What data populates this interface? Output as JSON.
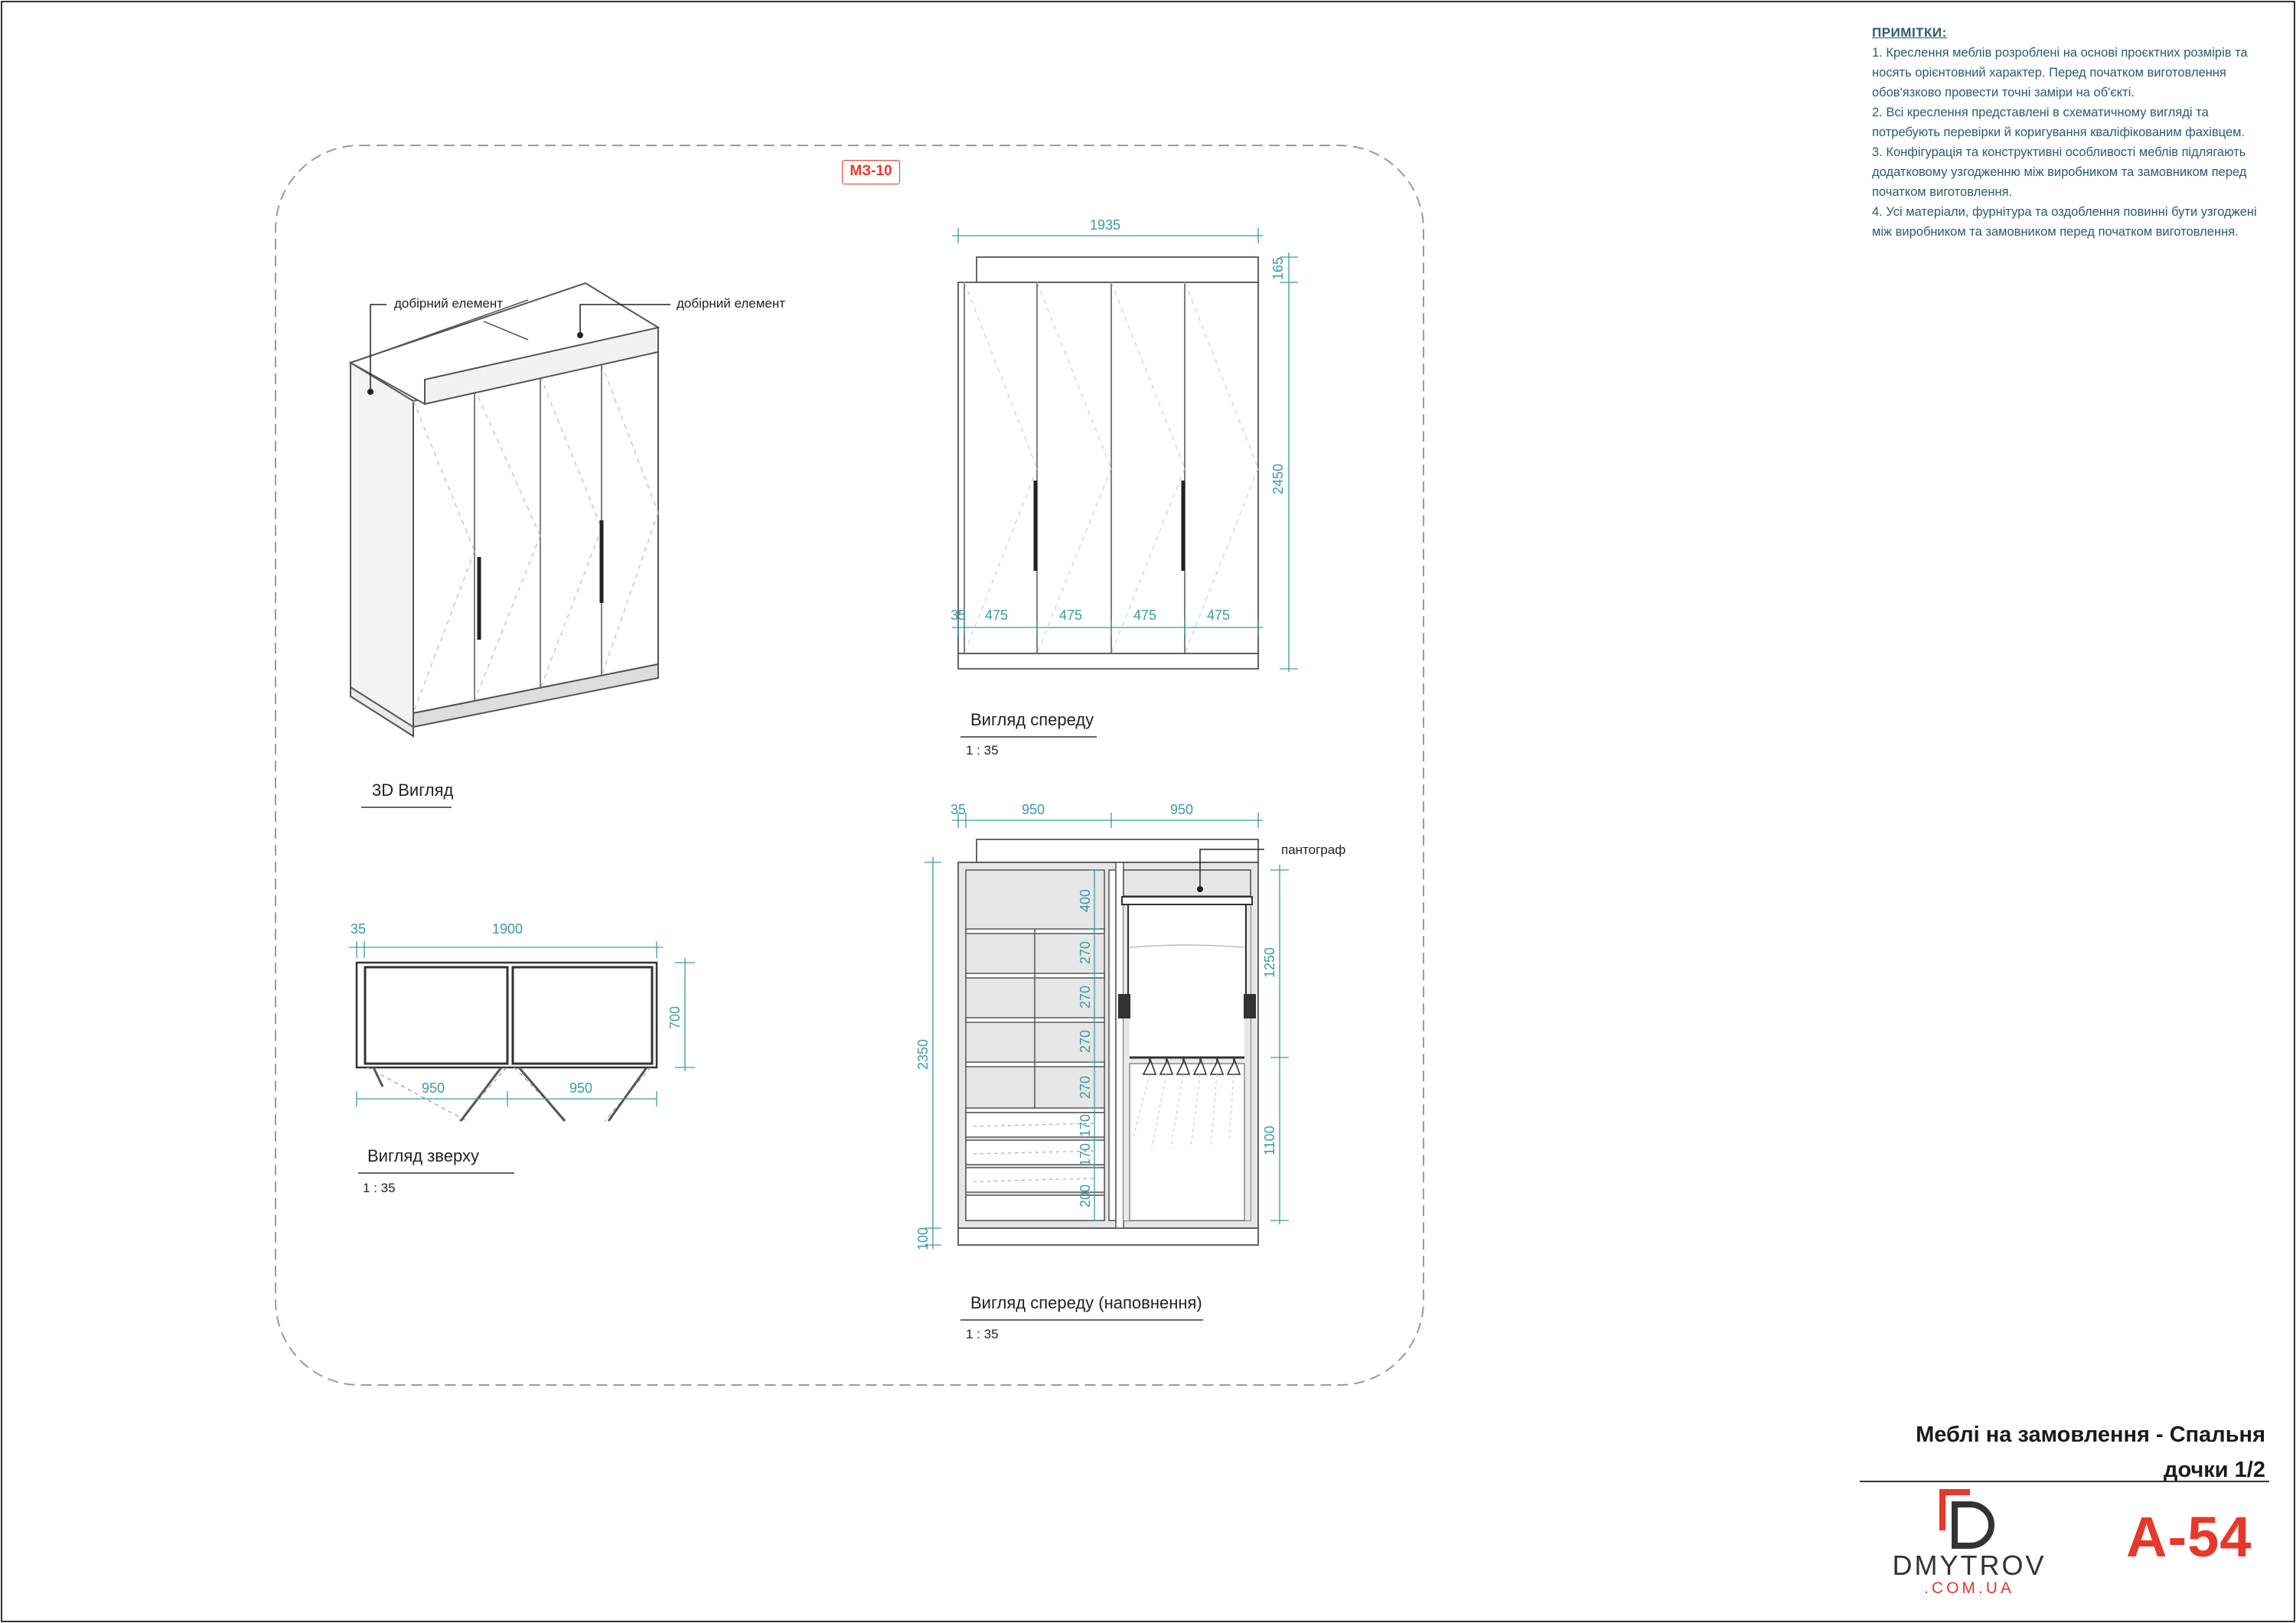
{
  "notes": {
    "title": "ПРИМІТКИ:",
    "items": [
      "1. Креслення меблів розроблені на основі проєктних розмірів та носять орієнтовний характер. Перед початком виготовлення обов'язково провести точні заміри на об'єкті.",
      "2. Всі креслення представлені в схематичному вигляді та потребують перевірки й коригування кваліфікованим фахівцем.",
      "3. Конфігурація та конструктивні особливості меблів підлягають додатковому узгодженню між виробником та замовником перед початком виготовлення.",
      "4. Усі матеріали, фурнітура та оздоблення повинні бути узгоджені між виробником та замовником перед початком виготовлення."
    ]
  },
  "title_block": {
    "line1": "Меблі на замовлення - Спальня",
    "line2": "дочки 1/2",
    "sheet_number": "А-54",
    "brand_word": "DMYTROV",
    "brand_sub": ".COM.UA"
  },
  "item_tag": "МЗ-10",
  "views": {
    "iso": {
      "title": "3D Вигляд",
      "callout_left": "добірний елемент",
      "callout_right": "добірний елемент"
    },
    "top": {
      "title": "Вигляд зверху",
      "scale": "1 : 35",
      "dim_side": "35",
      "dim_width": "1900",
      "dim_depth": "700",
      "dim_door_left": "950",
      "dim_door_right": "950"
    },
    "front": {
      "title": "Вигляд спереду",
      "scale": "1 : 35",
      "dim_total_width": "1935",
      "dim_top": "165",
      "dim_height": "2450",
      "dim_side": "35",
      "dim_doors": [
        "475",
        "475",
        "475",
        "475"
      ]
    },
    "fill": {
      "title": "Вигляд спереду (наповнення)",
      "scale": "1 : 35",
      "dim_side": "35",
      "dim_left_width": "950",
      "dim_right_width": "950",
      "dim_height": "2350",
      "dim_plinth": "100",
      "dim_shelves": [
        "400",
        "270",
        "270",
        "270",
        "270",
        "170",
        "170",
        "200"
      ],
      "dim_upper_rod": "1250",
      "dim_lower_rod": "1100",
      "callout": "пантограф"
    }
  },
  "colors": {
    "dimension": "#3a9ba3",
    "accent": "#e5392b",
    "notes": "#2a5b72",
    "carcass_fill": "#e6e6e6"
  }
}
